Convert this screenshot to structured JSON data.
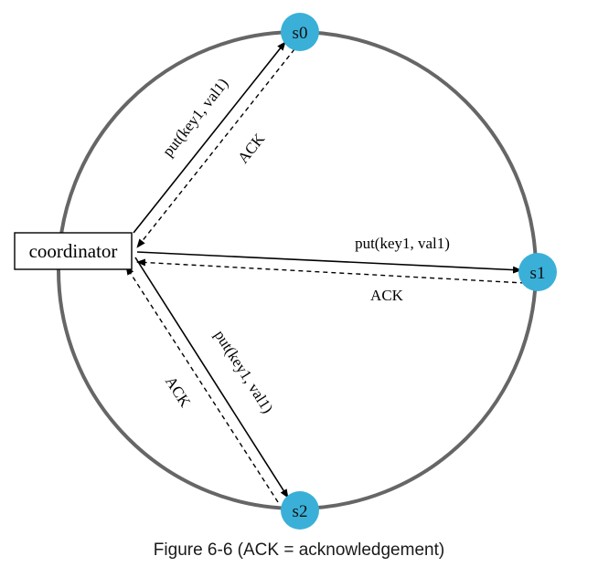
{
  "coordinator": {
    "label": "coordinator"
  },
  "nodes": {
    "s0": {
      "label": "s0"
    },
    "s1": {
      "label": "s1"
    },
    "s2": {
      "label": "s2"
    }
  },
  "messages": {
    "put_s0": "put(key1, val1)",
    "ack_s0": "ACK",
    "put_s1": "put(key1, val1)",
    "ack_s1": "ACK",
    "put_s2": "put(key1, val1)",
    "ack_s2": "ACK"
  },
  "caption": "Figure 6-6 (ACK = acknowledgement)",
  "colors": {
    "ring": "#666666",
    "node_fill": "#3ab0d8",
    "arrow": "#000000"
  }
}
